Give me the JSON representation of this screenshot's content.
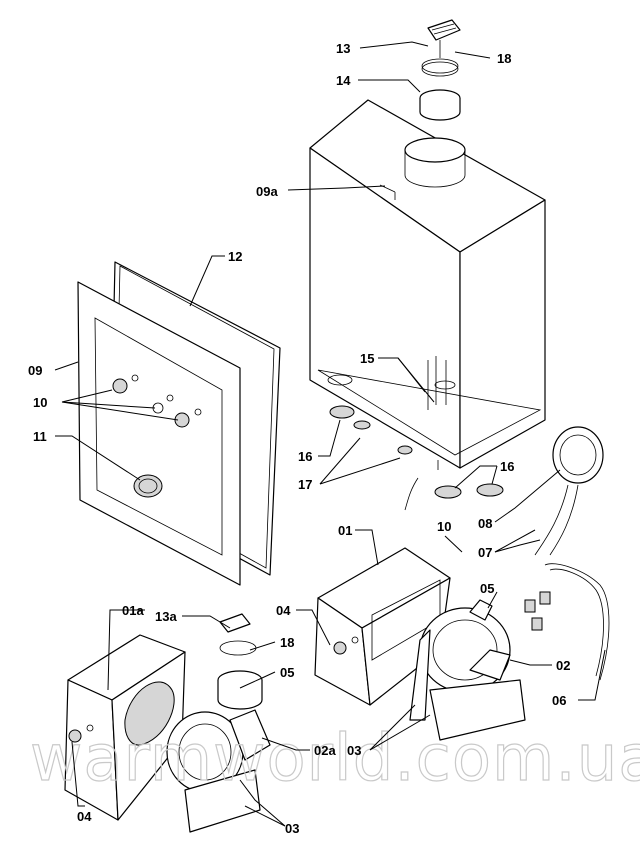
{
  "watermark": "warmworld.com.ua",
  "callouts": {
    "c13": "13",
    "c18a": "18",
    "c14": "14",
    "c09a": "09a",
    "c12": "12",
    "c09": "09",
    "c10a": "10",
    "c11": "11",
    "c15": "15",
    "c16a": "16",
    "c16b": "16",
    "c17": "17",
    "c08": "08",
    "c10b": "10",
    "c07": "07",
    "c01": "01",
    "c05a": "05",
    "c04a": "04",
    "c02": "02",
    "c06": "06",
    "c03a": "03",
    "c01a": "01a",
    "c13a": "13a",
    "c18b": "18",
    "c05b": "05",
    "c02a": "02a",
    "c04b": "04",
    "c03b": "03"
  }
}
